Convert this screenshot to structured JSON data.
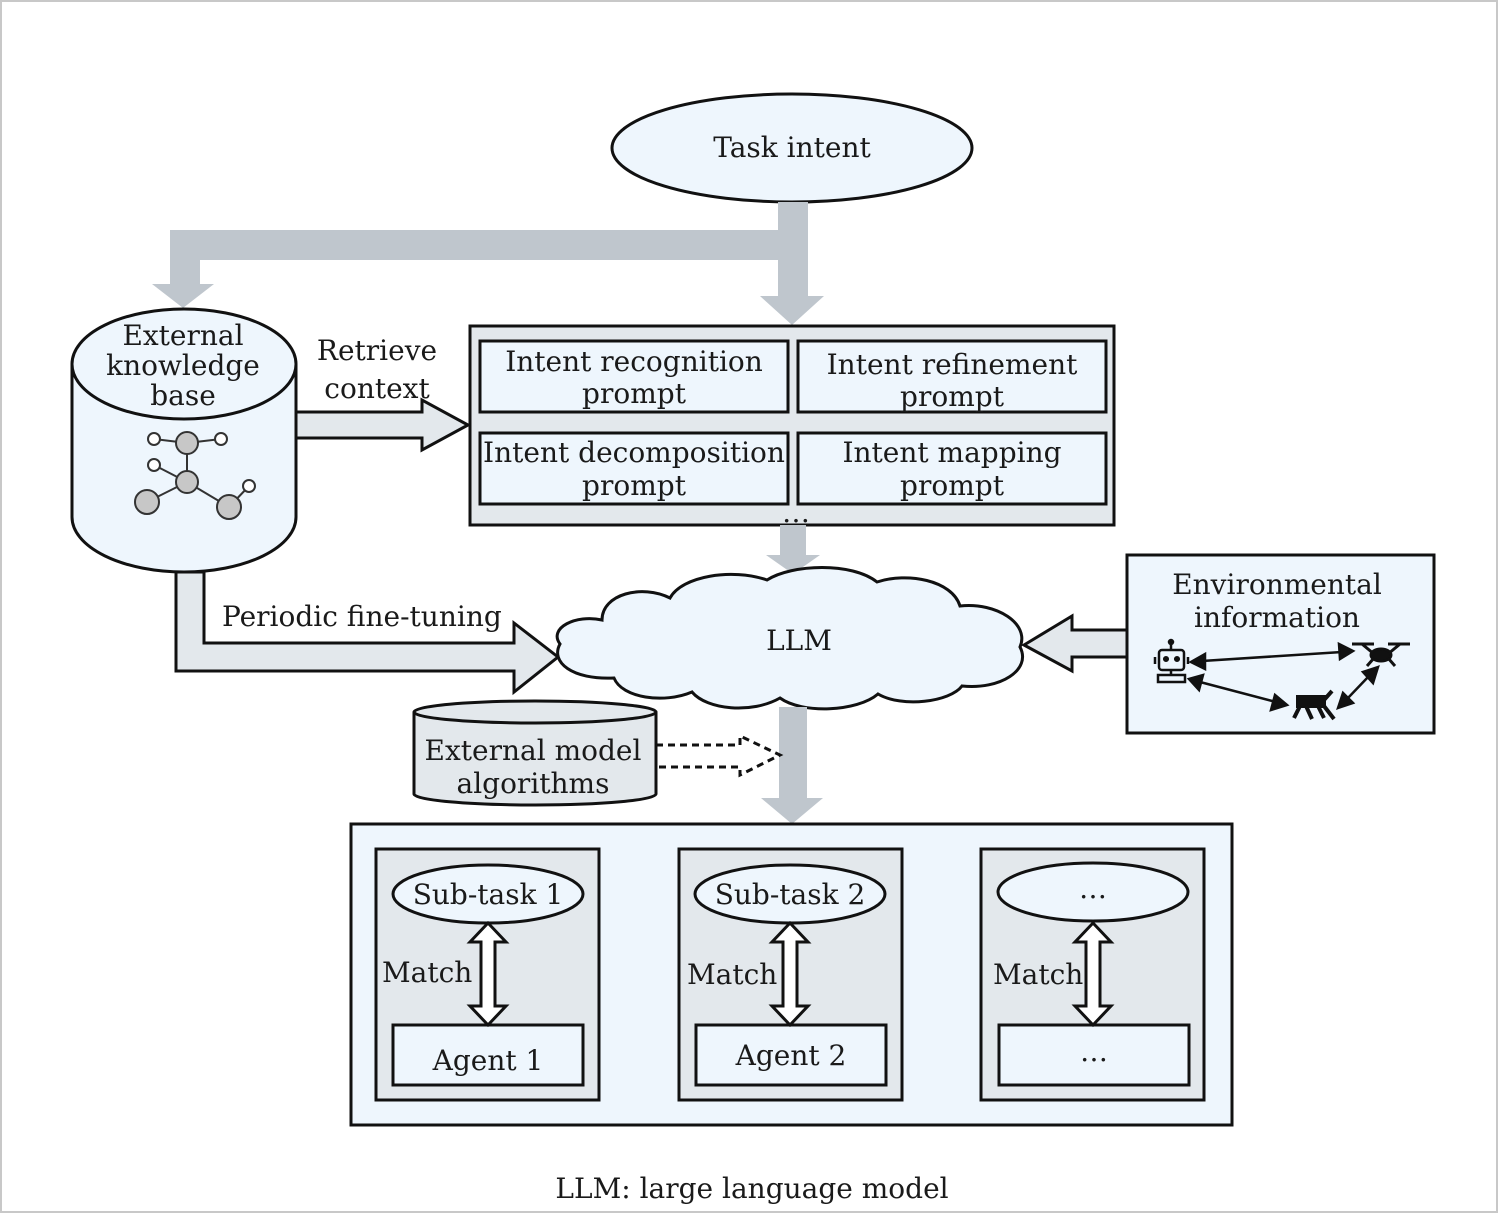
{
  "colors": {
    "fill_light": "#eef6fd",
    "fill_gray": "#e3e8ec",
    "arrow_gray": "#bfc6cd",
    "stroke": "#111111"
  },
  "nodes": {
    "task_intent": "Task intent",
    "knowledge_base": "External knowledge base",
    "retrieve_context": "Retrieve context",
    "prompts": {
      "recognition": "Intent recognition prompt",
      "refinement": "Intent refinement prompt",
      "decomposition": "Intent decomposition prompt",
      "mapping": "Intent mapping prompt",
      "more": "…"
    },
    "periodic_finetuning": "Periodic fine-tuning",
    "llm": "LLM",
    "environmental_information": "Environmental information",
    "external_model": "External model algorithms",
    "subtasks": [
      {
        "subtask": "Sub-task 1",
        "match": "Match",
        "agent": "Agent 1"
      },
      {
        "subtask": "Sub-task 2",
        "match": "Match",
        "agent": "Agent 2"
      },
      {
        "subtask": "…",
        "match": "Match",
        "agent": "…"
      }
    ]
  },
  "icons": [
    "knowledge-graph-icon",
    "robot-icon",
    "drone-icon",
    "robot-dog-icon"
  ],
  "caption": "LLM: large language model"
}
